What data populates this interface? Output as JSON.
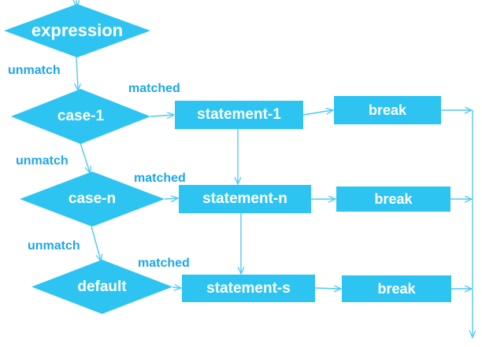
{
  "diagram": {
    "type": "flowchart",
    "subject": "switch-case control flow",
    "colors": {
      "node_fill": "#2EC4F2",
      "node_text": "#FFFFFF",
      "edge_line": "#4FC9F4",
      "edge_label_text": "#1EA7E8",
      "background": "#FFFFFF"
    },
    "nodes": [
      {
        "id": "expression",
        "shape": "diamond",
        "label": "expression"
      },
      {
        "id": "case-1",
        "shape": "diamond",
        "label": "case-1"
      },
      {
        "id": "case-n",
        "shape": "diamond",
        "label": "case-n"
      },
      {
        "id": "default",
        "shape": "diamond",
        "label": "default"
      },
      {
        "id": "statement-1",
        "shape": "rectangle",
        "label": "statement-1"
      },
      {
        "id": "statement-n",
        "shape": "rectangle",
        "label": "statement-n"
      },
      {
        "id": "statement-s",
        "shape": "rectangle",
        "label": "statement-s"
      },
      {
        "id": "break-1",
        "shape": "rectangle",
        "label": "break"
      },
      {
        "id": "break-2",
        "shape": "rectangle",
        "label": "break"
      },
      {
        "id": "break-3",
        "shape": "rectangle",
        "label": "break"
      }
    ],
    "edge_labels": {
      "unmatch_1": "unmatch",
      "unmatch_2": "unmatch",
      "unmatch_3": "unmatch",
      "matched_1": "matched",
      "matched_2": "matched",
      "matched_3": "matched"
    },
    "edges": [
      {
        "from": "expression",
        "to": "case-1",
        "label": "unmatch"
      },
      {
        "from": "case-1",
        "to": "case-n",
        "label": "unmatch"
      },
      {
        "from": "case-n",
        "to": "default",
        "label": "unmatch"
      },
      {
        "from": "case-1",
        "to": "statement-1",
        "label": "matched"
      },
      {
        "from": "case-n",
        "to": "statement-n",
        "label": "matched"
      },
      {
        "from": "default",
        "to": "statement-s",
        "label": "matched"
      },
      {
        "from": "statement-1",
        "to": "break-1",
        "label": ""
      },
      {
        "from": "statement-n",
        "to": "break-2",
        "label": ""
      },
      {
        "from": "statement-s",
        "to": "break-3",
        "label": ""
      },
      {
        "from": "statement-1",
        "to": "statement-n",
        "label": ""
      },
      {
        "from": "statement-n",
        "to": "statement-s",
        "label": ""
      },
      {
        "from": "break-1",
        "to": "exit",
        "label": ""
      },
      {
        "from": "break-2",
        "to": "exit",
        "label": ""
      },
      {
        "from": "break-3",
        "to": "exit",
        "label": ""
      }
    ]
  }
}
